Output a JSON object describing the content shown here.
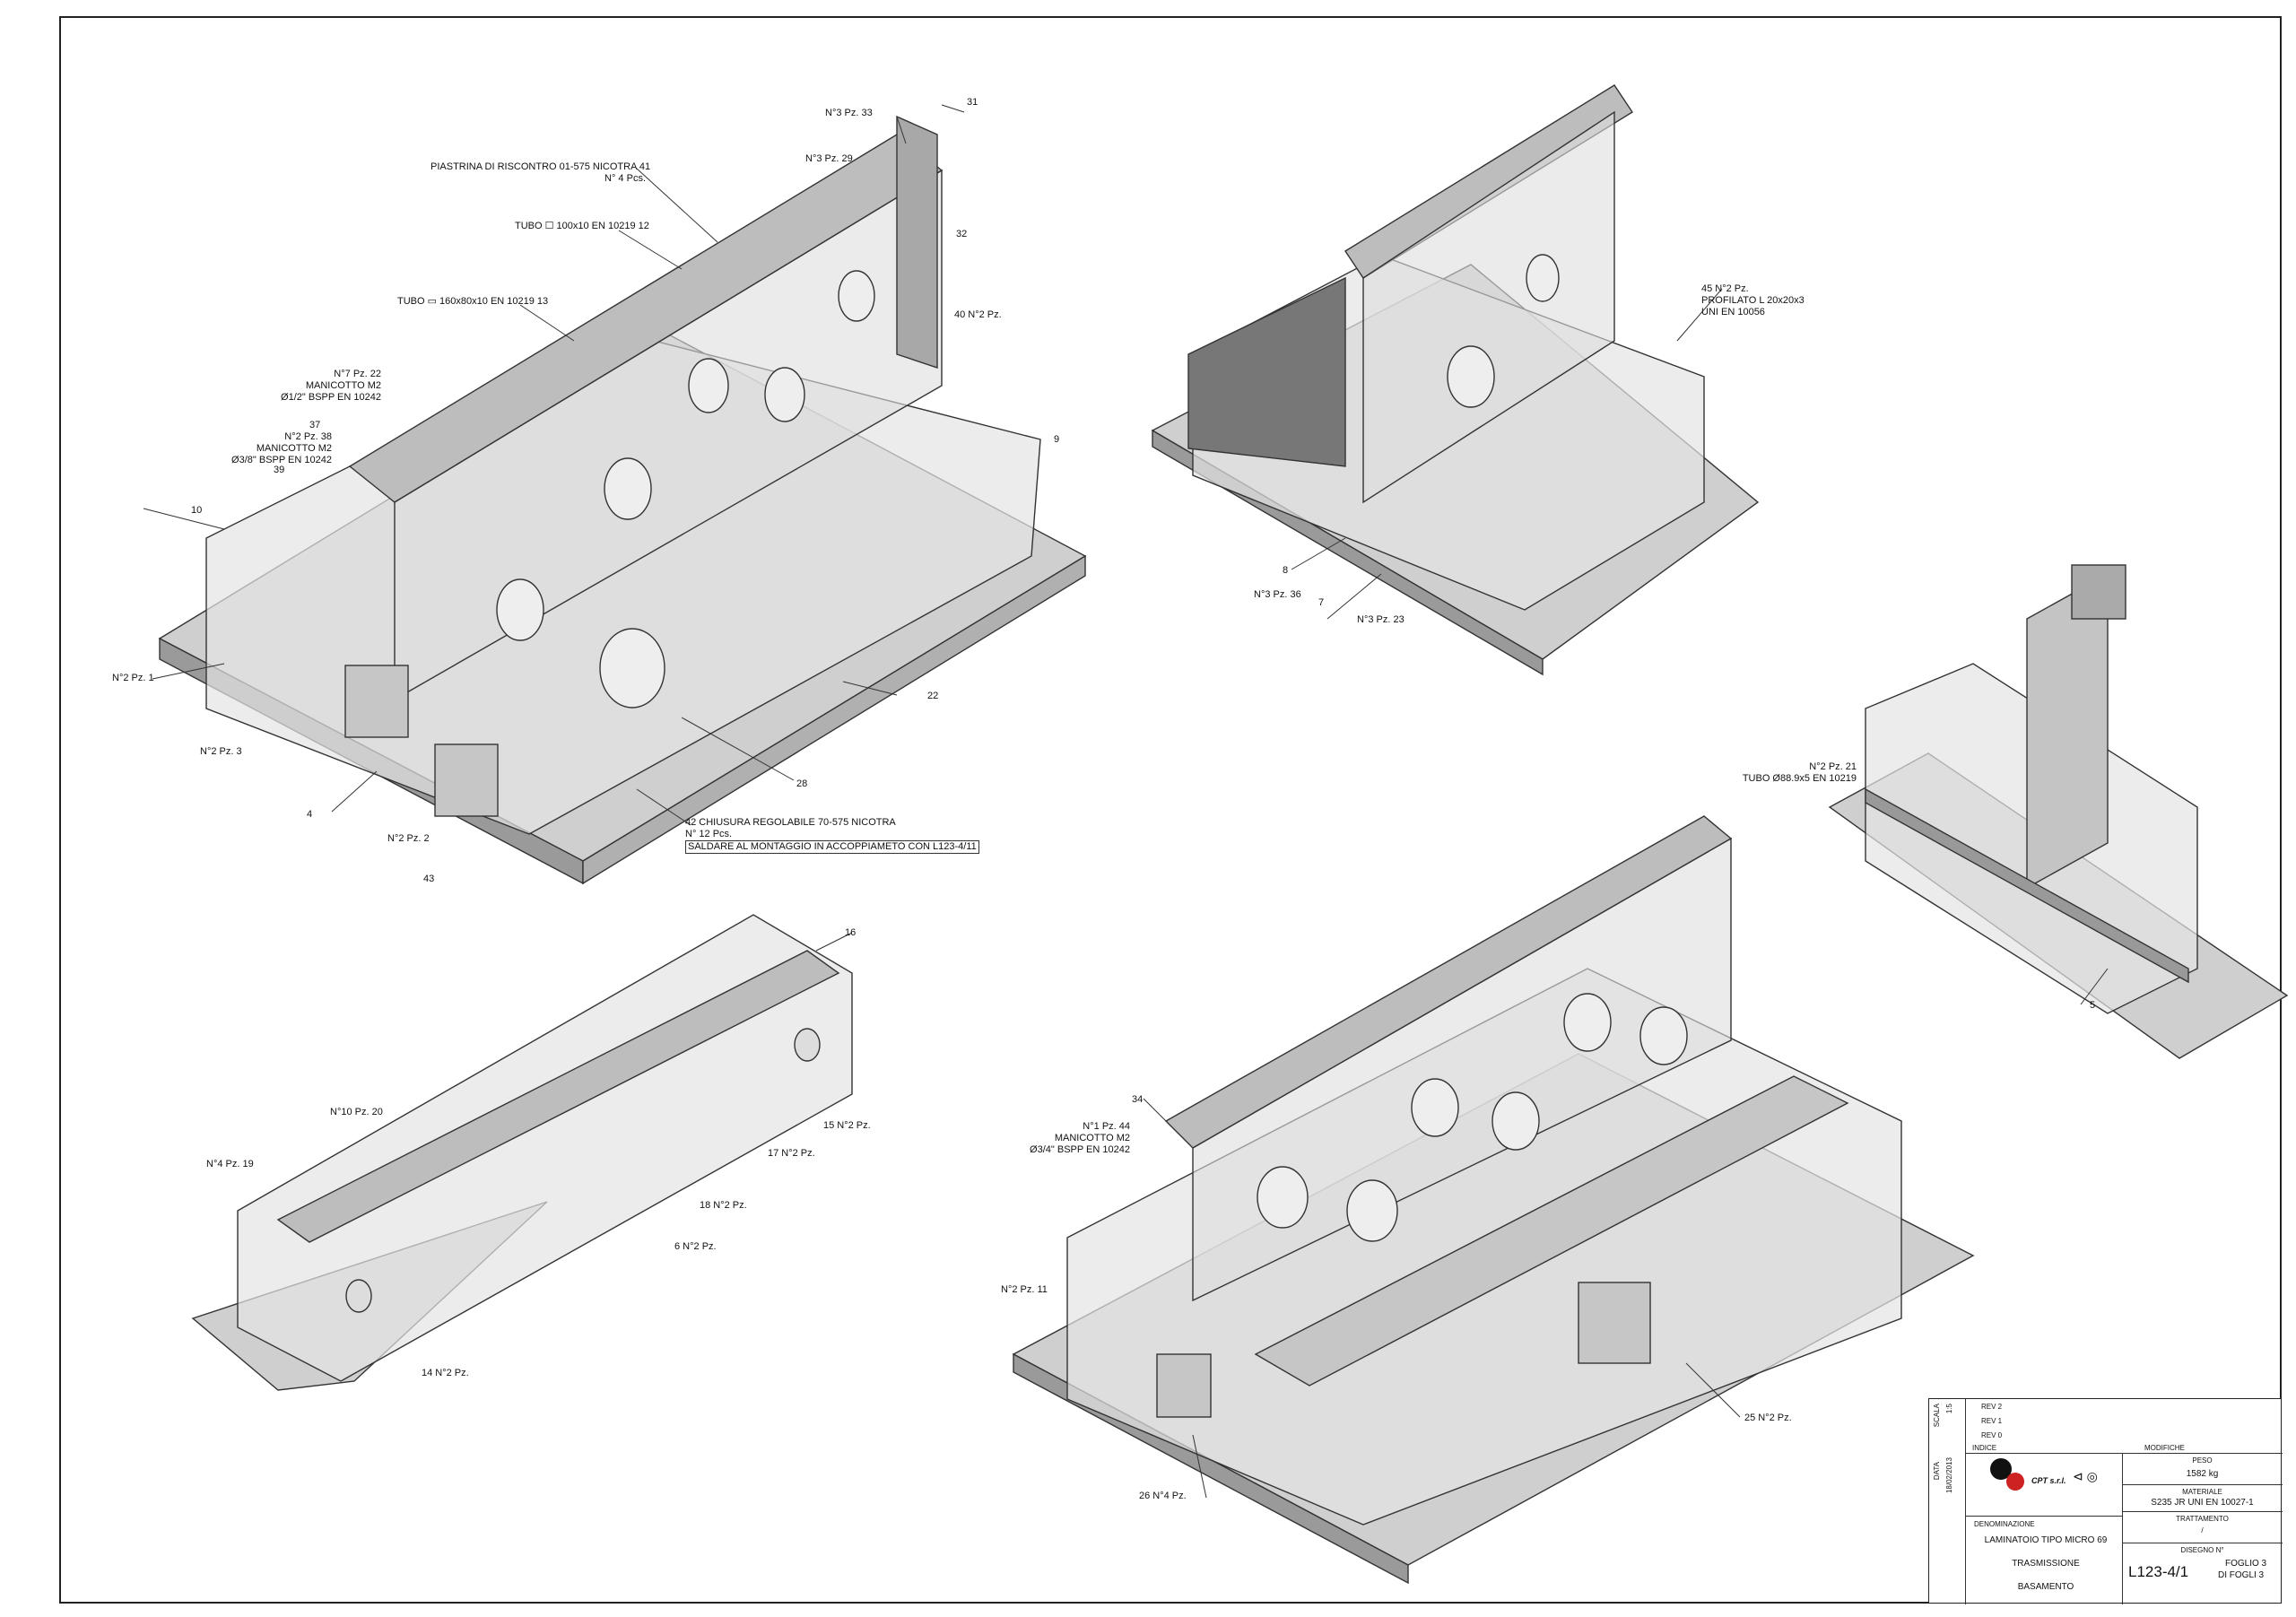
{
  "callouts": {
    "n33": "N°3 Pz. 33",
    "n29": "N°3 Pz. 29",
    "n31": "31",
    "piastrina_1": "PIASTRINA DI RISCONTRO 01-575 NICOTRA 41",
    "piastrina_2": "N° 4 Pcs.",
    "tubo12": "TUBO ☐ 100x10 EN 10219 12",
    "n32": "32",
    "tubo13": "TUBO ▭ 160x80x10 EN 10219 13",
    "n40": "40 N°2 Pz.",
    "manicotto_half_1": "N°7 Pz. 22",
    "manicotto_half_2": "MANICOTTO M2",
    "manicotto_half_3": "Ø1/2\" BSPP EN 10242",
    "n37": "37",
    "manicotto_38_1": "N°2 Pz. 38",
    "manicotto_38_2": "MANICOTTO M2",
    "manicotto_38_3": "Ø3/8\" BSPP EN 10242",
    "n39": "39",
    "n9": "9",
    "n10": "10",
    "n1": "N°2 Pz. 1",
    "n3": "N°2 Pz. 3",
    "n4": "4",
    "n2": "N°2 Pz. 2",
    "n43": "43",
    "n22": "22",
    "n28": "28",
    "chiusura_1": "42 CHIUSURA REGOLABILE 70-575 NICOTRA",
    "chiusura_2": "N° 12 Pcs.",
    "chiusura_3": "SALDARE AL MONTAGGIO IN ACCOPPIAMETO CON L123-4/11",
    "profilato_1": "45 N°2 Pz.",
    "profilato_2": "PROFILATO L 20x20x3",
    "profilato_3": "UNI EN 10056",
    "n8": "8",
    "n36": "N°3 Pz. 36",
    "n7": "7",
    "n23": "N°3 Pz. 23",
    "tubo21_1": "N°2 Pz. 21",
    "tubo21_2": "TUBO Ø88.9x5 EN 10219",
    "n5": "5",
    "n16": "16",
    "n20": "N°10 Pz. 20",
    "n19": "N°4 Pz. 19",
    "n15": "15 N°2 Pz.",
    "n17": "17 N°2 Pz.",
    "n18": "18 N°2 Pz.",
    "n6": "6 N°2 Pz.",
    "n14": "14 N°2 Pz.",
    "n34": "34",
    "manicotto44_1": "N°1 Pz. 44",
    "manicotto44_2": "MANICOTTO M2",
    "manicotto44_3": "Ø3/4\" BSPP EN 10242",
    "n11": "N°2 Pz. 11",
    "n25": "25 N°2 Pz.",
    "n26": "26 N°4 Pz."
  },
  "title_block": {
    "peso_label": "PESO",
    "peso": "1582 kg",
    "materiale_label": "MATERIALE",
    "materiale": "S235 JR UNI EN 10027-1",
    "trattamento_label": "TRATTAMENTO",
    "trattamento": "/",
    "denominazione_label": "DENOMINAZIONE",
    "line1": "LAMINATOIO TIPO MICRO 69",
    "line2": "TRASMISSIONE",
    "line3": "BASAMENTO",
    "disegno_label": "DISEGNO N°",
    "drawing_no": "L123-4/1",
    "foglio": "FOGLIO 3",
    "di_fogli": "DI FOGLI 3",
    "scala_label": "SCALA",
    "scala": "1:5",
    "data_label": "DATA",
    "data": "18/02/2013",
    "modifiche_label": "MODIFICHE",
    "rev2": "REV 2",
    "rev1": "REV 1",
    "rev0": "REV 0",
    "indice": "INDICE",
    "company": "CPT s.r.l."
  }
}
